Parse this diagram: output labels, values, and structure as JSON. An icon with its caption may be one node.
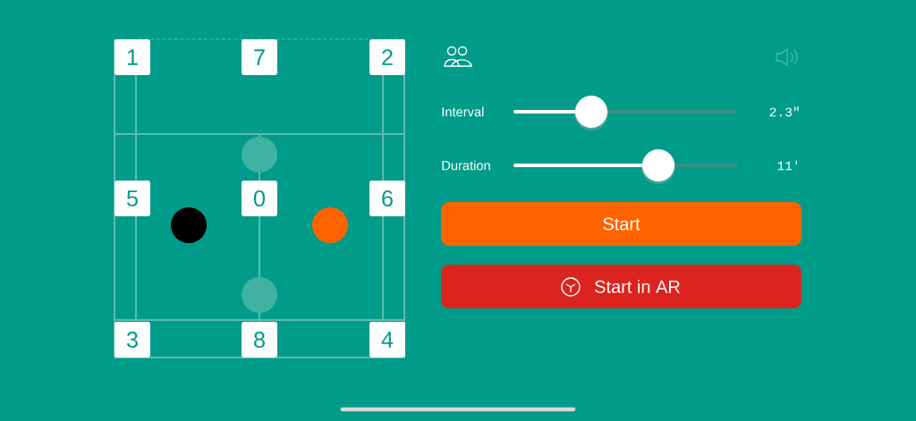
{
  "diagram": {
    "nodes": [
      {
        "text": [
          "1"
        ]
      },
      {
        "text": [
          "7"
        ]
      },
      {
        "text": [
          "2"
        ]
      },
      {
        "text": [
          "5"
        ]
      },
      {
        "text": [
          "0"
        ]
      },
      {
        "text": [
          "6"
        ]
      },
      {
        "text": [
          "3"
        ]
      },
      {
        "text": [
          "8"
        ]
      },
      {
        "text": [
          "4"
        ]
      },
      {
        "text": [
          "Start"
        ]
      },
      {
        "text": [
          "Start in AR"
        ]
      }
    ],
    "labels": [
      "Interval",
      "2.3\"",
      "Duration",
      "11'"
    ]
  }
}
